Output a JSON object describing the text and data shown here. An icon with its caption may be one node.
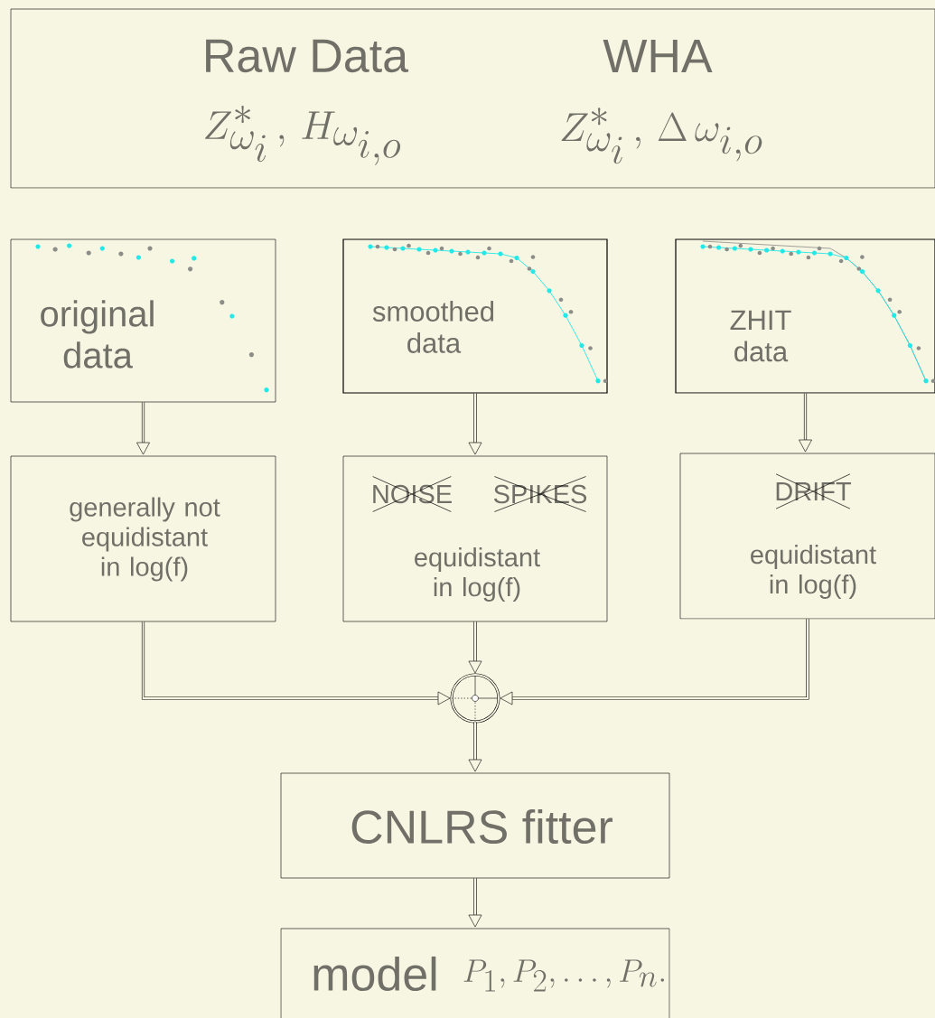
{
  "diagram": {
    "nodes": [
      {
        "text": [
          "Raw Data",
          "Z^*_{\\omega_i}\\,,\\,H_{\\omega_{i,o}}",
          "WHA",
          "Z^*_{\\omega_i}\\,,\\,\\Delta\\,\\omega_{i,o}"
        ]
      },
      {
        "text": [
          "original data"
        ]
      },
      {
        "text": [
          "smoothed data"
        ]
      },
      {
        "text": [
          "ZHIT data"
        ]
      },
      {
        "text": [
          "generally not equidistant in log(f)"
        ]
      },
      {
        "text": [
          "NOISE",
          "SPIKES",
          "equidistant in log(f)"
        ]
      },
      {
        "text": [
          "DRIFT",
          "equidistant in log(f)"
        ]
      },
      {
        "text": [],
        "shape": "circle"
      },
      {
        "text": [
          "CNLRS fitter"
        ]
      },
      {
        "text": [
          "model",
          "P_1,P_2,\\ldots,P_n."
        ]
      }
    ],
    "edges": [
      {
        "from": 1,
        "to": 4,
        "arrow": "to"
      },
      {
        "from": 2,
        "to": 5,
        "arrow": "to"
      },
      {
        "from": 3,
        "to": 6,
        "arrow": "to"
      },
      {
        "from": 4,
        "to": 7,
        "arrow": "to"
      },
      {
        "from": 5,
        "to": 7,
        "arrow": "to"
      },
      {
        "from": 6,
        "to": 7,
        "arrow": "to"
      },
      {
        "from": 7,
        "to": 8,
        "arrow": "to"
      },
      {
        "from": 8,
        "to": 9,
        "arrow": "to"
      }
    ]
  }
}
